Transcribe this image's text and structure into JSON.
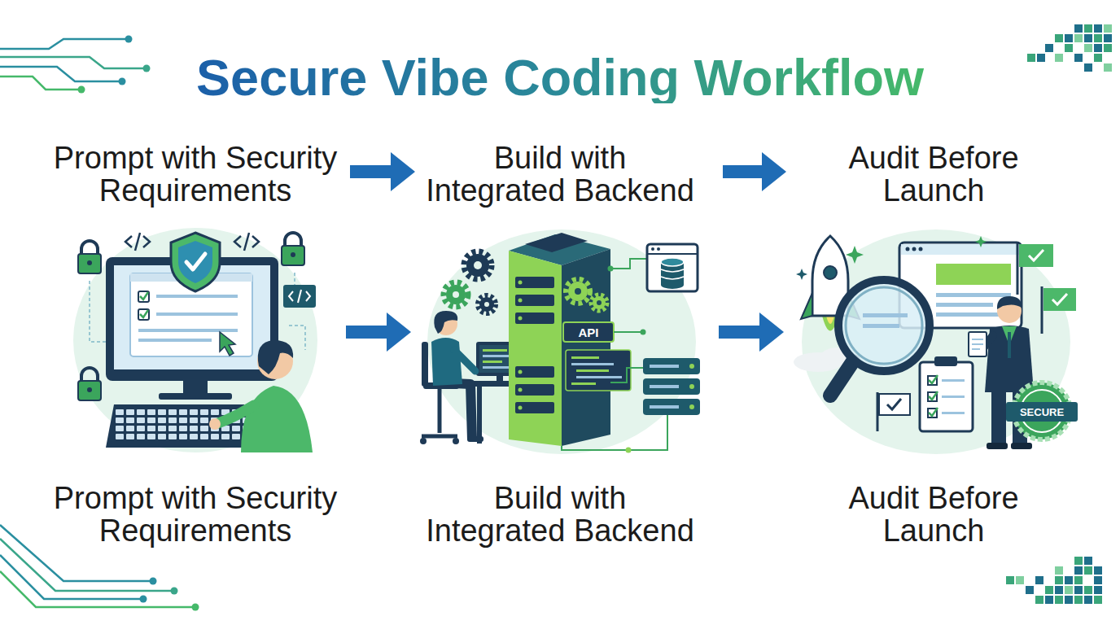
{
  "diagram": {
    "title": "Secure Vibe Coding Workflow",
    "nodes": [
      {
        "text": [
          "Prompt with Security Requirements",
          "Prompt with Security Requirements"
        ]
      },
      {
        "text": [
          "Build with Integrated Backend",
          "Build with Integrated Backend"
        ]
      },
      {
        "text": [
          "Audit Before Launch",
          "Audit Before Launch"
        ]
      }
    ],
    "edges": [
      {
        "from": 0,
        "to": 1,
        "arrow": "to"
      },
      {
        "from": 1,
        "to": 2,
        "arrow": "to"
      },
      {
        "from": 0,
        "to": 1,
        "arrow": "to"
      },
      {
        "from": 1,
        "to": 2,
        "arrow": "to"
      }
    ],
    "labels": [
      "API",
      "SECURE"
    ]
  }
}
